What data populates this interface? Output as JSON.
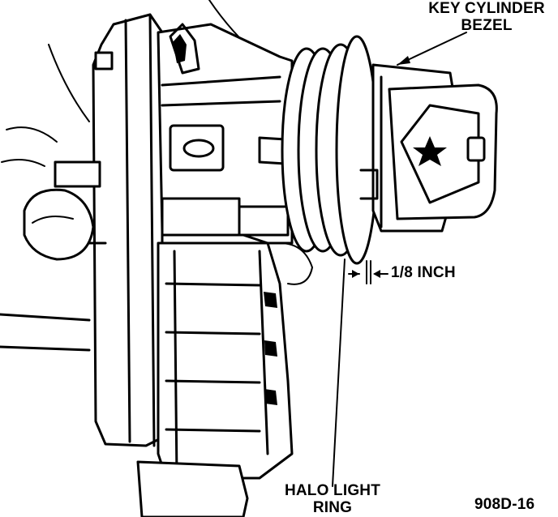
{
  "labels": {
    "key_cylinder_bezel_line1": "KEY CYLINDER",
    "key_cylinder_bezel_line2": "BEZEL",
    "gap_dimension": "1/8 INCH",
    "halo_light_ring_line1": "HALO LIGHT",
    "halo_light_ring_line2": "RING",
    "figure_code": "908D-16"
  },
  "colors": {
    "ink": "#000000",
    "paper": "#ffffff"
  }
}
